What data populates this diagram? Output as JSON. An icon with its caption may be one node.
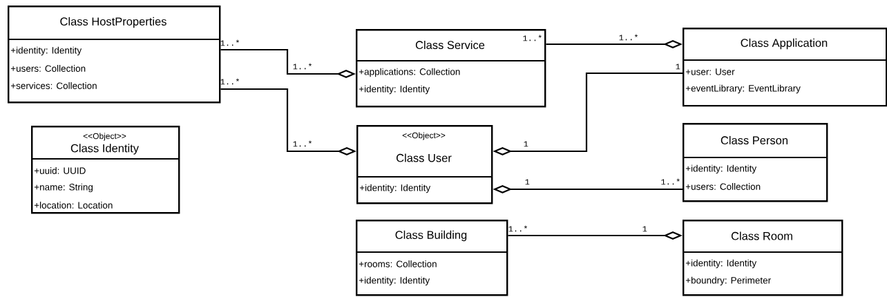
{
  "diagram": {
    "nodes": [
      {
        "text": [
          "Class HostProperties",
          "+identity: Identity",
          "+users: Collection",
          "+services: Collection"
        ]
      },
      {
        "text": [
          "Class Service",
          "+applications: Collection",
          "+identity: Identity"
        ]
      },
      {
        "text": [
          "Class Application",
          "+user: User",
          "+eventLibrary: EventLibrary"
        ]
      },
      {
        "text": [
          "<<Object>>",
          "Class Identity",
          "+uuid: UUID",
          "+name: String",
          "+location: Location"
        ]
      },
      {
        "text": [
          "<<Object>>",
          "Class User",
          "+identity: Identity"
        ]
      },
      {
        "text": [
          "Class Person",
          "+identity: Identity",
          "+users: Collection"
        ]
      },
      {
        "text": [
          "Class Building",
          "+rooms: Collection",
          "+identity: Identity"
        ]
      },
      {
        "text": [
          "Class Room",
          "+identity: Identity",
          "+boundry: Perimeter"
        ]
      }
    ],
    "edges": [
      {
        "from": 0,
        "to": 1,
        "arrow": "other"
      },
      {
        "from": 0,
        "to": 4,
        "arrow": "other"
      },
      {
        "from": 1,
        "to": 2,
        "arrow": "other"
      },
      {
        "from": 2,
        "to": 4,
        "arrow": "other"
      },
      {
        "from": 5,
        "to": 4,
        "arrow": "other"
      },
      {
        "from": 6,
        "to": 7,
        "arrow": "other"
      }
    ],
    "labels": [
      "1..*",
      "1..*",
      "1..*",
      "1..*",
      "1..*",
      "1..*",
      "1",
      "1",
      "1",
      "1..*",
      "1..*",
      "1"
    ]
  }
}
